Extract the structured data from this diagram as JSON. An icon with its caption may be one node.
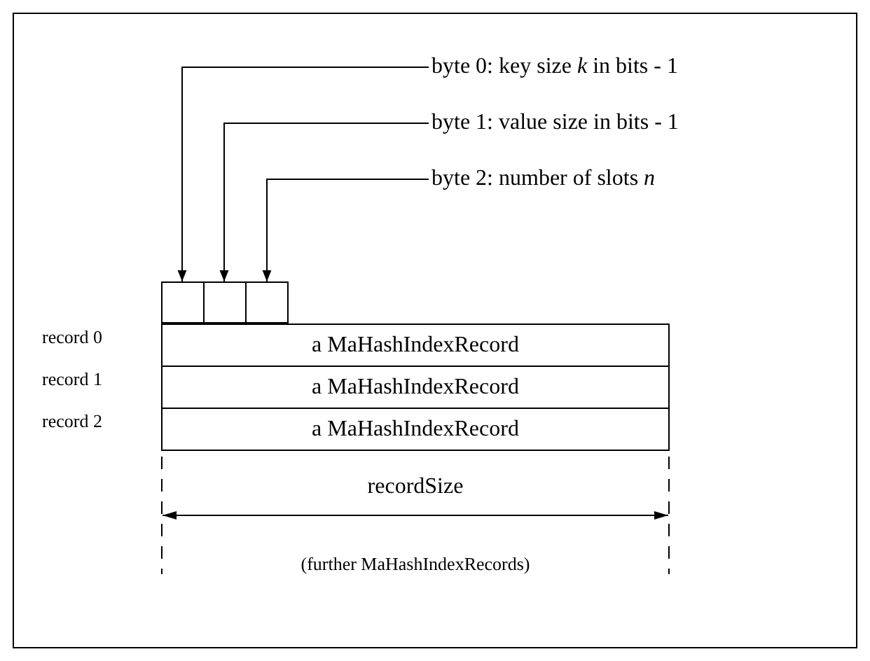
{
  "diagram": {
    "nodes": [
      {
        "text": [
          "byte 0: key size *k* in bits - 1"
        ]
      },
      {
        "text": [
          "byte 1: value size in bits - 1"
        ]
      },
      {
        "text": [
          "byte 2: number of slots *n*"
        ]
      },
      {
        "text": [],
        "shape": "box"
      },
      {
        "text": [],
        "shape": "box"
      },
      {
        "text": [],
        "shape": "box"
      },
      {
        "text": [
          "a MaHashIndexRecord"
        ],
        "beside": [
          "record 0"
        ]
      },
      {
        "text": [
          "a MaHashIndexRecord"
        ],
        "beside": [
          "record 1"
        ]
      },
      {
        "text": [
          "a MaHashIndexRecord"
        ],
        "beside": [
          "record 2"
        ]
      }
    ],
    "edges": [
      {
        "from": 0,
        "to": 3,
        "arrow": "to"
      },
      {
        "from": 1,
        "to": 4,
        "arrow": "to"
      },
      {
        "from": 2,
        "to": 5,
        "arrow": "to"
      }
    ],
    "labels": [
      "recordSize",
      "(further MaHashIndexRecords)"
    ]
  }
}
